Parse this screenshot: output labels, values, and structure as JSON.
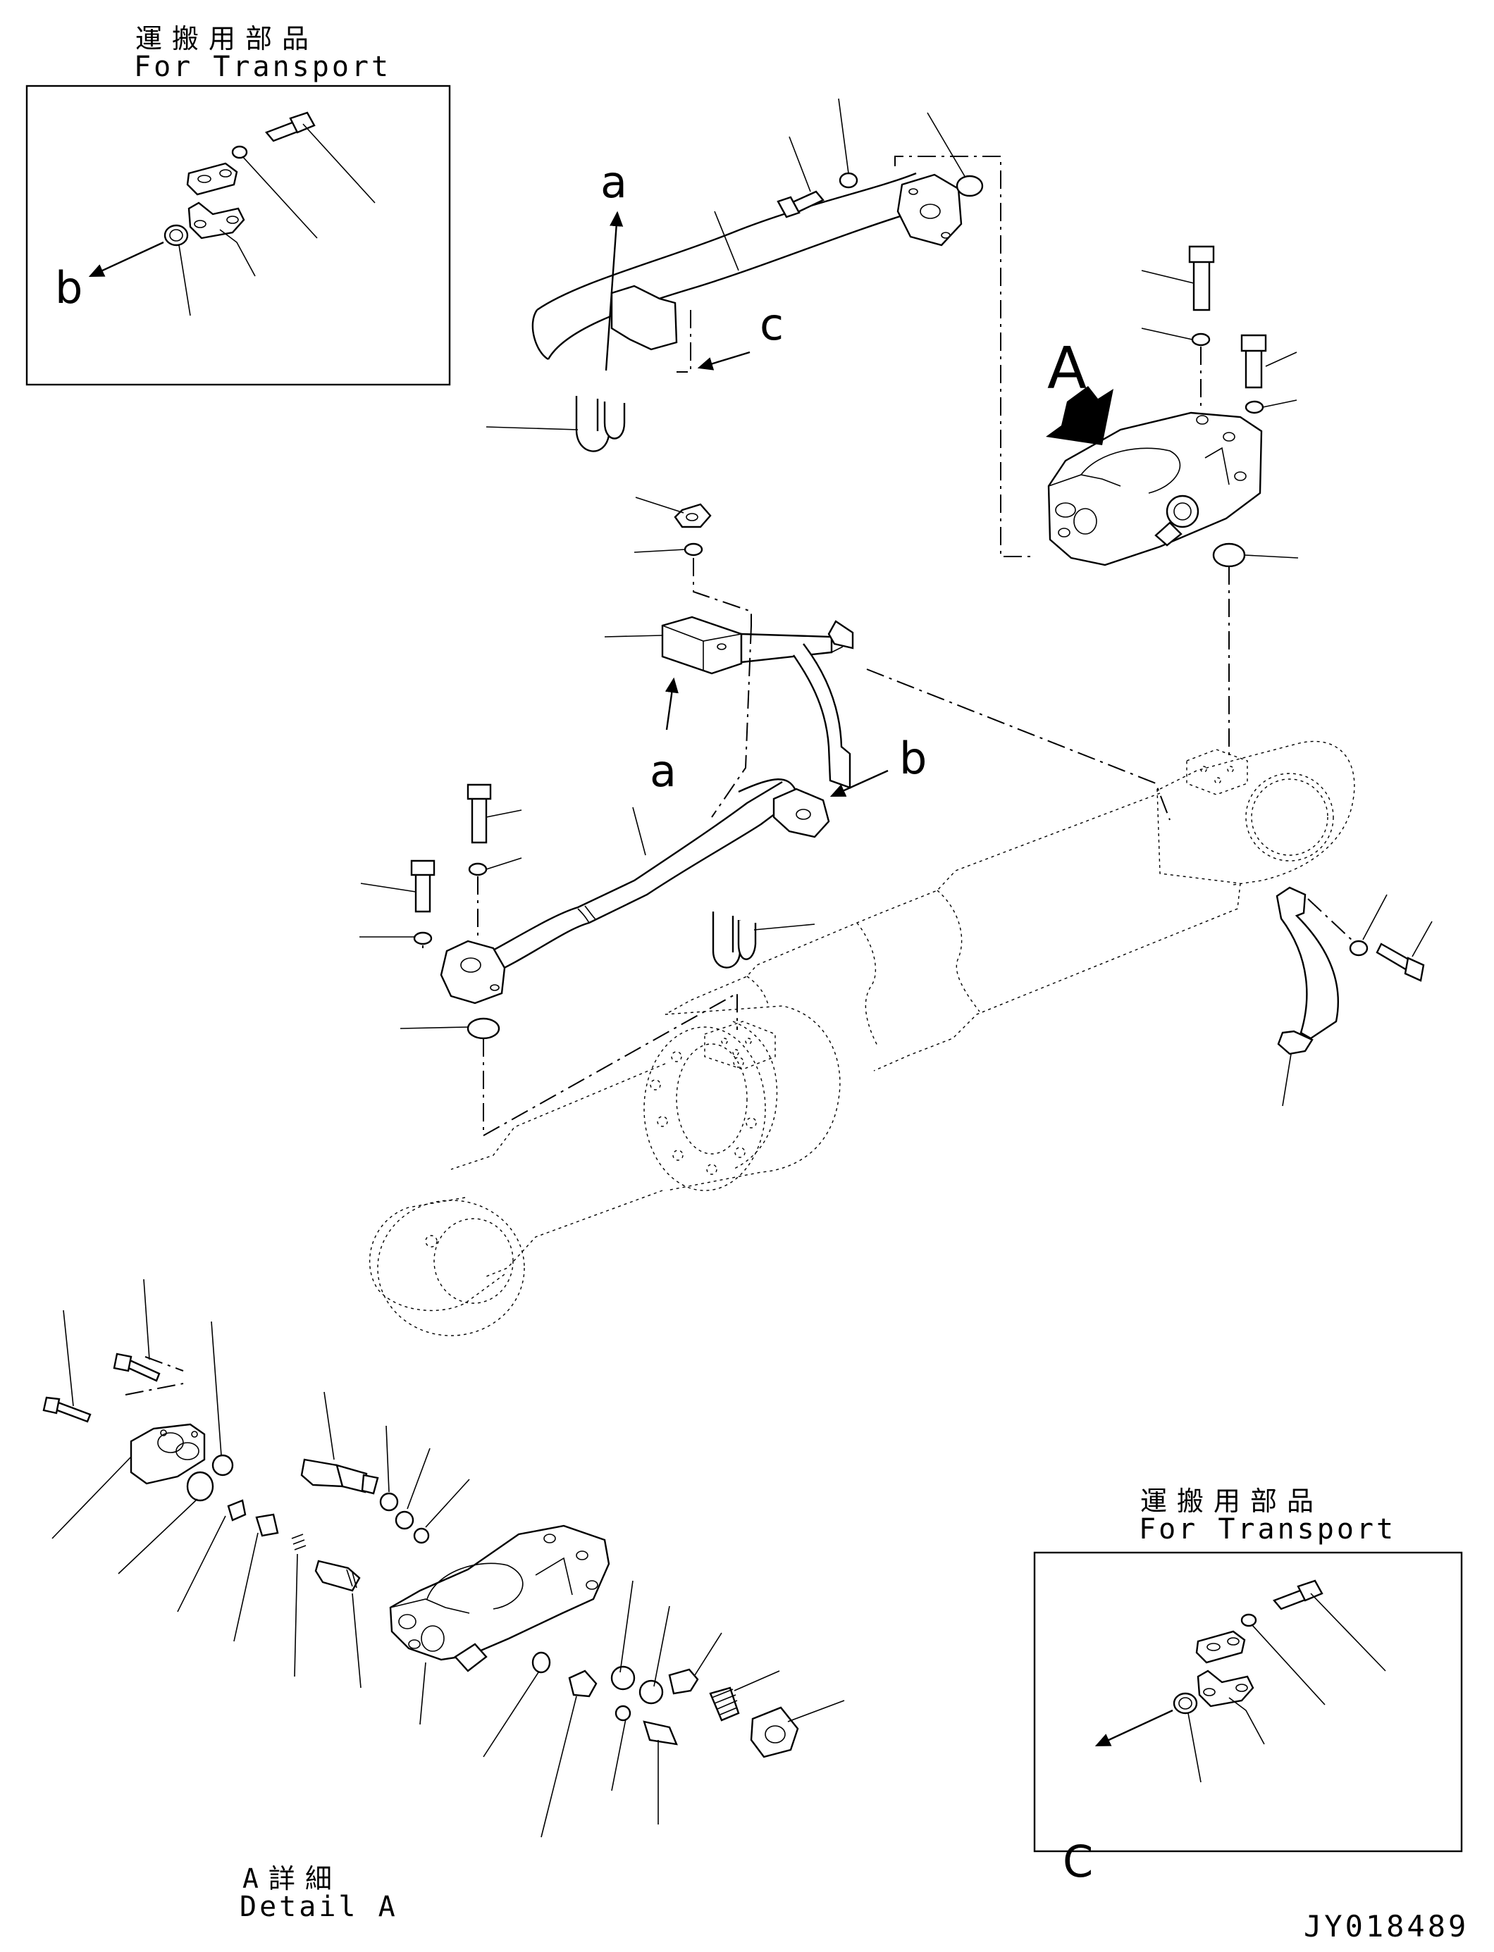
{
  "drawing": {
    "code": "JY018489"
  },
  "inset_top": {
    "title_jp": "運搬用部品",
    "title_en": "For Transport",
    "ref_letter": "b"
  },
  "inset_bottom": {
    "title_jp": "運搬用部品",
    "title_en": "For Transport",
    "ref_letter": "C"
  },
  "detail": {
    "title_jp": "A詳細",
    "title_en": "Detail A",
    "view_letter": "A"
  },
  "refs": {
    "a_top": "a",
    "c_top": "c",
    "a_mid": "a",
    "b_mid": "b"
  }
}
